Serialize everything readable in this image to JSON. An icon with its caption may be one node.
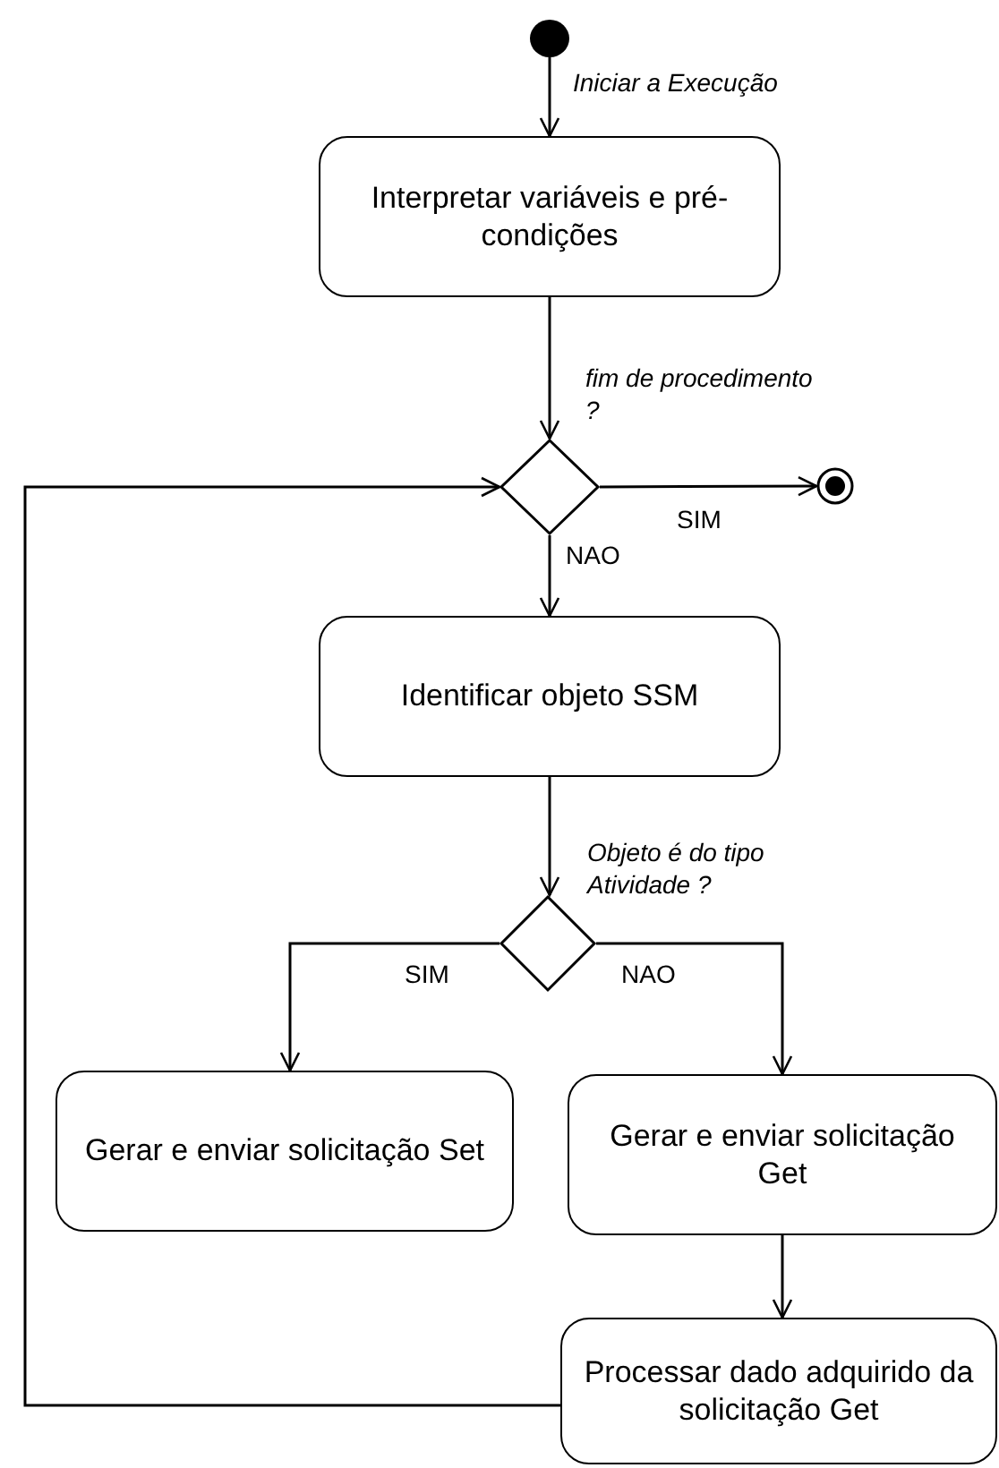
{
  "diagram": {
    "nodes": [
      {
        "text": [],
        "shape": "circle"
      },
      {
        "text": [
          "Interpretar variáveis e pré-condições"
        ]
      },
      {
        "text": [],
        "shape": "diamond"
      },
      {
        "text": [],
        "shape": "bullseye"
      },
      {
        "text": [
          "Identificar objeto SSM"
        ]
      },
      {
        "text": [],
        "shape": "diamond"
      },
      {
        "text": [
          "Gerar e enviar solicitação Set"
        ]
      },
      {
        "text": [
          "Gerar e enviar solicitação Get"
        ]
      },
      {
        "text": [
          "Processar dado adquirido da solicitação Get"
        ]
      }
    ],
    "edges": [
      {
        "from": 0,
        "to": 1,
        "arrow": "to",
        "label": "Iniciar a Execução"
      },
      {
        "from": 1,
        "to": 2,
        "arrow": "to",
        "label": "fim de procedimento ?"
      },
      {
        "from": 2,
        "to": 3,
        "arrow": "to",
        "label": "SIM"
      },
      {
        "from": 2,
        "to": 4,
        "arrow": "to",
        "label": "NAO"
      },
      {
        "from": 4,
        "to": 5,
        "arrow": "to",
        "label": "Objeto é do tipo Atividade ?"
      },
      {
        "from": 5,
        "to": 6,
        "arrow": "to",
        "label": "SIM"
      },
      {
        "from": 5,
        "to": 7,
        "arrow": "to",
        "label": "NAO"
      },
      {
        "from": 7,
        "to": 8,
        "arrow": "to"
      },
      {
        "from": 8,
        "to": 2,
        "arrow": "to"
      }
    ]
  }
}
